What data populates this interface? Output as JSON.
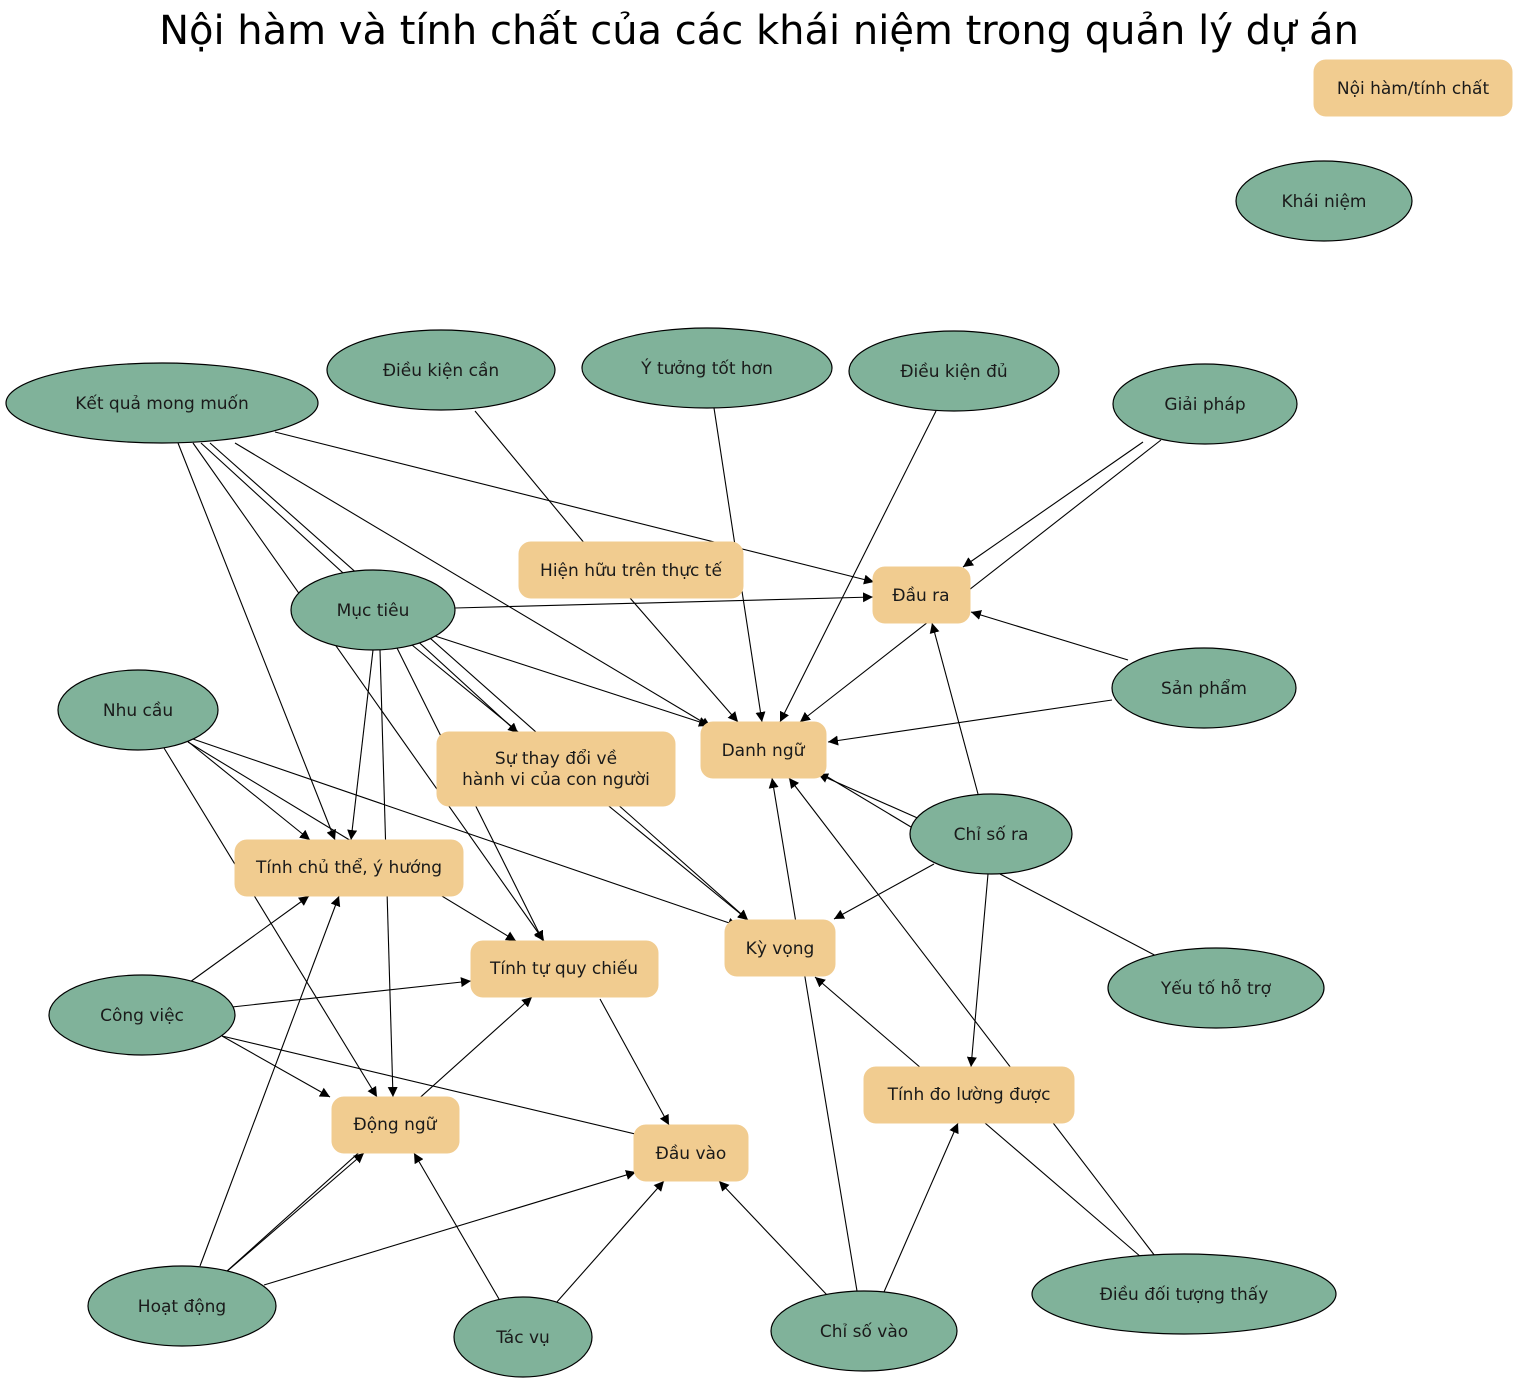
{
  "title": "Nội hàm và tính chất của các khái niệm trong quản lý dự án",
  "legend": {
    "property": "Nội hàm/tính chất",
    "concept": "Khái niệm"
  },
  "colors": {
    "concept_fill": "#80b29a",
    "property_fill": "#f1cc90",
    "edge": "#000000"
  },
  "nodes": {
    "ket_qua": "Kết quả mong muốn",
    "dieu_kien_can": "Điều kiện cần",
    "y_tuong": "Ý tưởng tốt hơn",
    "dieu_kien_du": "Điều kiện đủ",
    "giai_phap": "Giải pháp",
    "muc_tieu": "Mục tiêu",
    "nhu_cau": "Nhu cầu",
    "san_pham": "Sản phẩm",
    "chi_so_ra": "Chỉ số ra",
    "yeu_to": "Yếu tố hỗ trợ",
    "cong_viec": "Công việc",
    "hoat_dong": "Hoạt động",
    "tac_vu": "Tác vụ",
    "chi_so_vao": "Chỉ số vào",
    "dieu_doi_tuong": "Điều đối tượng thấy",
    "hien_huu": "Hiện hữu trên thực tế",
    "dau_ra": "Đầu ra",
    "danh_ngu": "Danh ngữ",
    "su_thay_doi_1": "Sự thay đổi về",
    "su_thay_doi_2": "hành vi của con người",
    "tinh_chu_the": "Tính chủ thể, ý hướng",
    "ky_vong": "Kỳ vọng",
    "tinh_tu_quy_chieu": "Tính tự quy chiếu",
    "tinh_do_luong": "Tính đo lường được",
    "dong_ngu": "Động ngữ",
    "dau_vao": "Đầu vào"
  }
}
